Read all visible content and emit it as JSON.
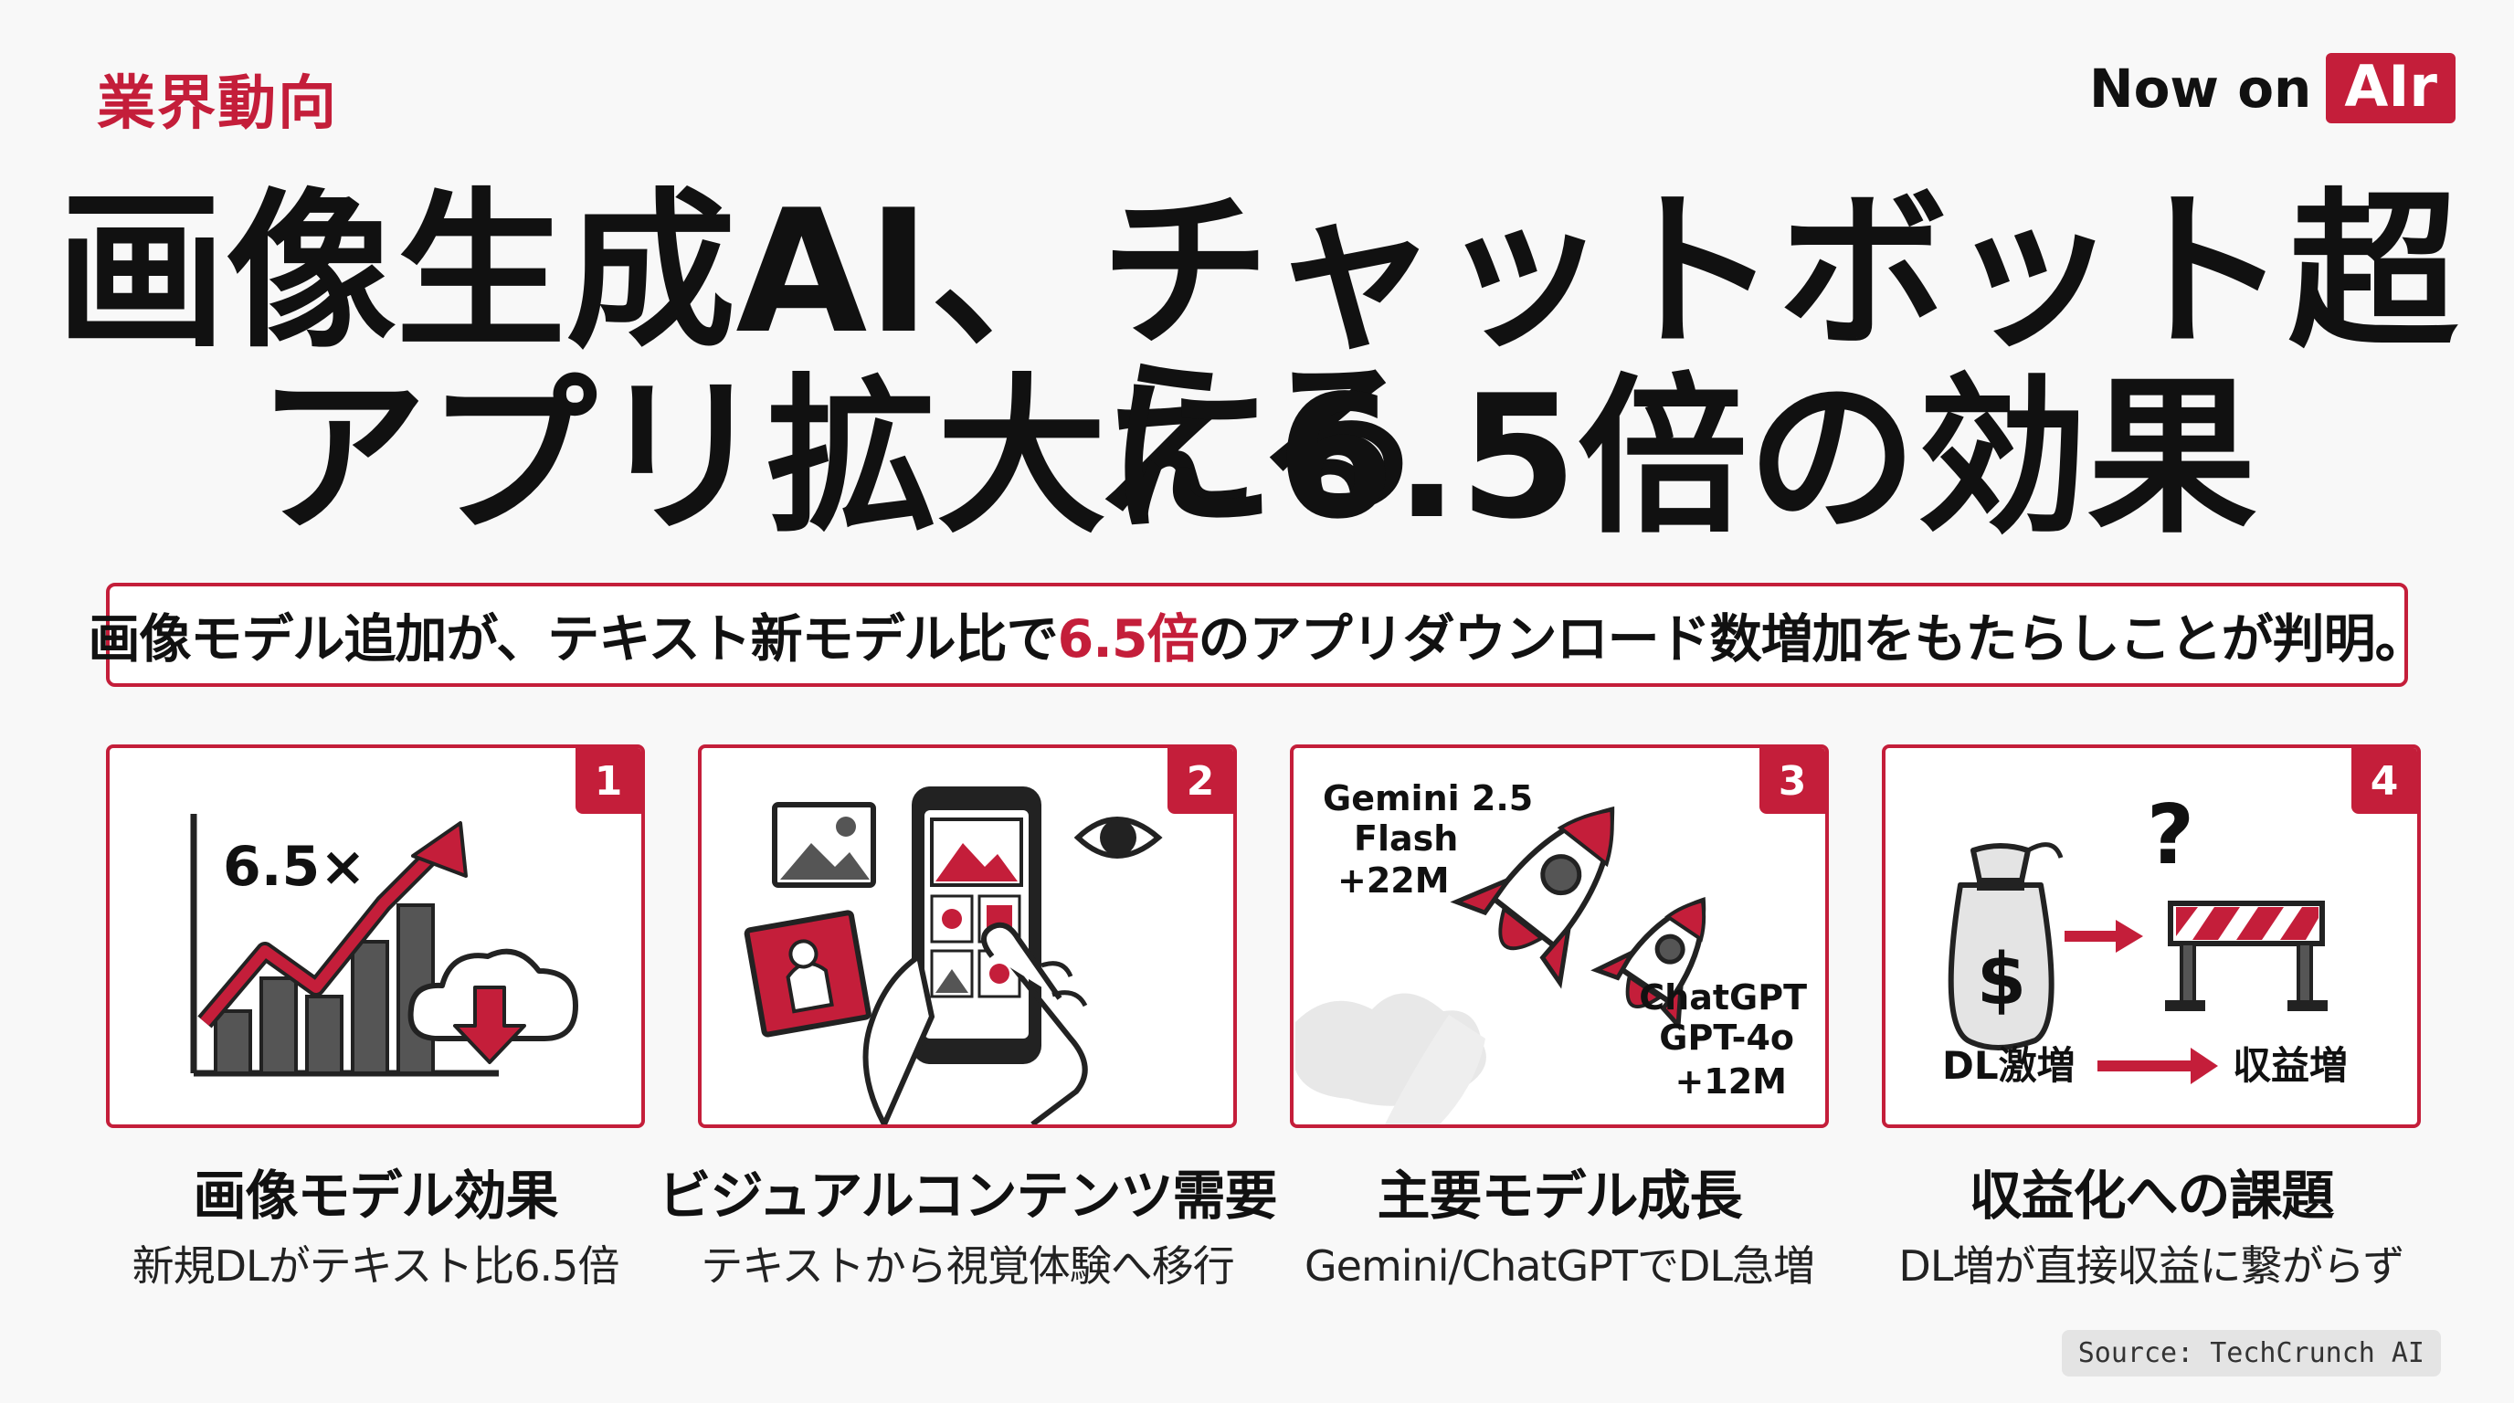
{
  "header": {
    "kicker": "業界動向",
    "brand_text": "Now on",
    "brand_badge": "AIr"
  },
  "headline": {
    "line1": "画像生成AI、チャットボット超える",
    "line2": "アプリ拡大に6.5倍の効果"
  },
  "subtitle": {
    "before": "画像モデル追加が、テキスト新モデル比で",
    "highlight": "6.5倍",
    "after": "のアプリダウンロード数増加をもたらしことが判明。"
  },
  "cards": [
    {
      "number": "1",
      "illustration": "bar-chart-growth-download-icon",
      "label": "6.5×",
      "title": "画像モデル効果",
      "subtitle": "新規DLがテキスト比6.5倍"
    },
    {
      "number": "2",
      "illustration": "smartphone-image-gallery-eye-icon",
      "title": "ビジュアルコンテンツ需要",
      "subtitle": "テキストから視覚体験へ移行"
    },
    {
      "number": "3",
      "illustration": "two-rockets-icon",
      "rocket1_label": [
        "Gemini 2.5",
        "Flash",
        "+22M"
      ],
      "rocket2_label": [
        "ChatGPT",
        "GPT-4o",
        "+12M"
      ],
      "title": "主要モデル成長",
      "subtitle": "Gemini/ChatGPTでDL急増"
    },
    {
      "number": "4",
      "illustration": "money-bag-barrier-question-icon",
      "flow_from": "DL激増",
      "flow_to": "収益増",
      "question_mark": "?",
      "title": "収益化への課題",
      "subtitle": "DL増が直接収益に繋がらず"
    }
  ],
  "footer": {
    "source": "Source: TechCrunch AI"
  },
  "colors": {
    "accent": "#c41e3a",
    "text": "#111111",
    "background": "#f8f8f8"
  }
}
